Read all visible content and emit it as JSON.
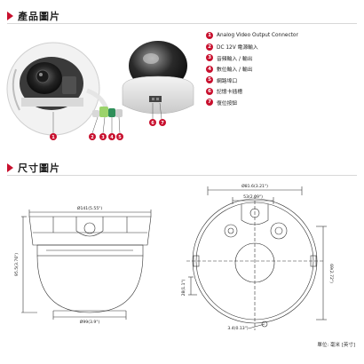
{
  "sections": {
    "product_title": "產品圖片",
    "dimension_title": "尺寸圖片"
  },
  "legend": [
    {
      "num": "1",
      "text": "Analog Video Output Connector"
    },
    {
      "num": "2",
      "text": "DC 12V 電源輸入"
    },
    {
      "num": "3",
      "text": "音頻輸入 / 輸出"
    },
    {
      "num": "4",
      "text": "數位輸入 / 輸出"
    },
    {
      "num": "5",
      "text": "網路埠口"
    },
    {
      "num": "6",
      "text": "記憶卡插槽"
    },
    {
      "num": "7",
      "text": "復位按鈕"
    }
  ],
  "callouts": {
    "c1": "1",
    "c2": "2",
    "c3": "3",
    "c4": "4",
    "c5": "5",
    "c6": "6",
    "c7": "7"
  },
  "dimensions": {
    "side_top_width": "Ø141(5.55\")",
    "side_height": "95.5(3.76\")",
    "side_dome_width": "Ø99(3.9\")",
    "top_outer_width": "Ø81.6(3.21\")",
    "top_inner_width": "53(2.09\")",
    "top_left_offset": "28(1.1\")",
    "top_right_height": "69(2.72\")",
    "top_bottom_hole": "3.4(0.13\")"
  },
  "footer_note": "單位: 毫米 [英寸]"
}
